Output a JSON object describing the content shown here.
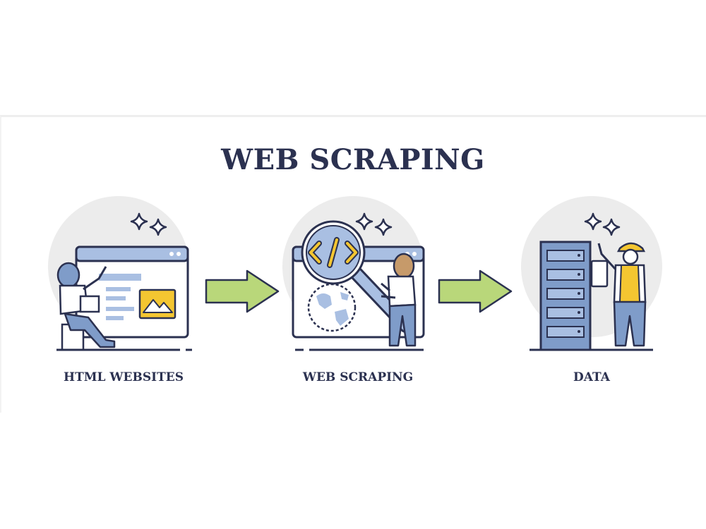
{
  "title": "WEB SCRAPING",
  "steps": [
    {
      "label": "HTML WEBSITES"
    },
    {
      "label": "WEB SCRAPING"
    },
    {
      "label": "DATA"
    }
  ],
  "icons": {
    "step1": "html-website-browser-icon",
    "step2": "magnifying-glass-code-icon",
    "step3": "server-rack-icon",
    "arrow": "right-arrow-icon",
    "sparkle": "sparkle-icon"
  },
  "colors": {
    "ink": "#2b3150",
    "blue": "#a9bfe2",
    "blueDark": "#7f9cc9",
    "yellow": "#f4c631",
    "green": "#b9d77a",
    "circle": "#ececec"
  }
}
